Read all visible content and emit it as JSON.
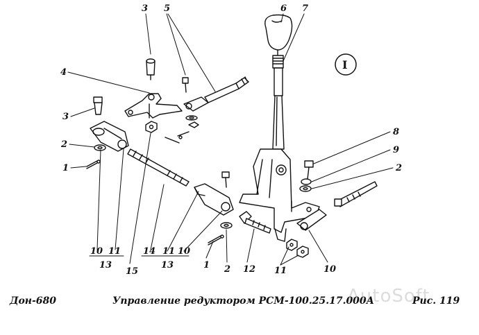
{
  "figure": {
    "view_label": "I",
    "callouts": {
      "c1": "1",
      "c2": "2",
      "c3": "3",
      "c4": "4",
      "c5": "5",
      "c6": "6",
      "c7": "7",
      "c8": "8",
      "c9": "9",
      "c10": "10",
      "c11": "11",
      "c12": "12",
      "c13": "13",
      "c14": "14",
      "c15": "15"
    }
  },
  "footer": {
    "left": "Дон-680",
    "center": "Управление редуктором РСМ-100.25.17.000А",
    "right": "Рис.  119",
    "watermark": "AutoSoft"
  }
}
